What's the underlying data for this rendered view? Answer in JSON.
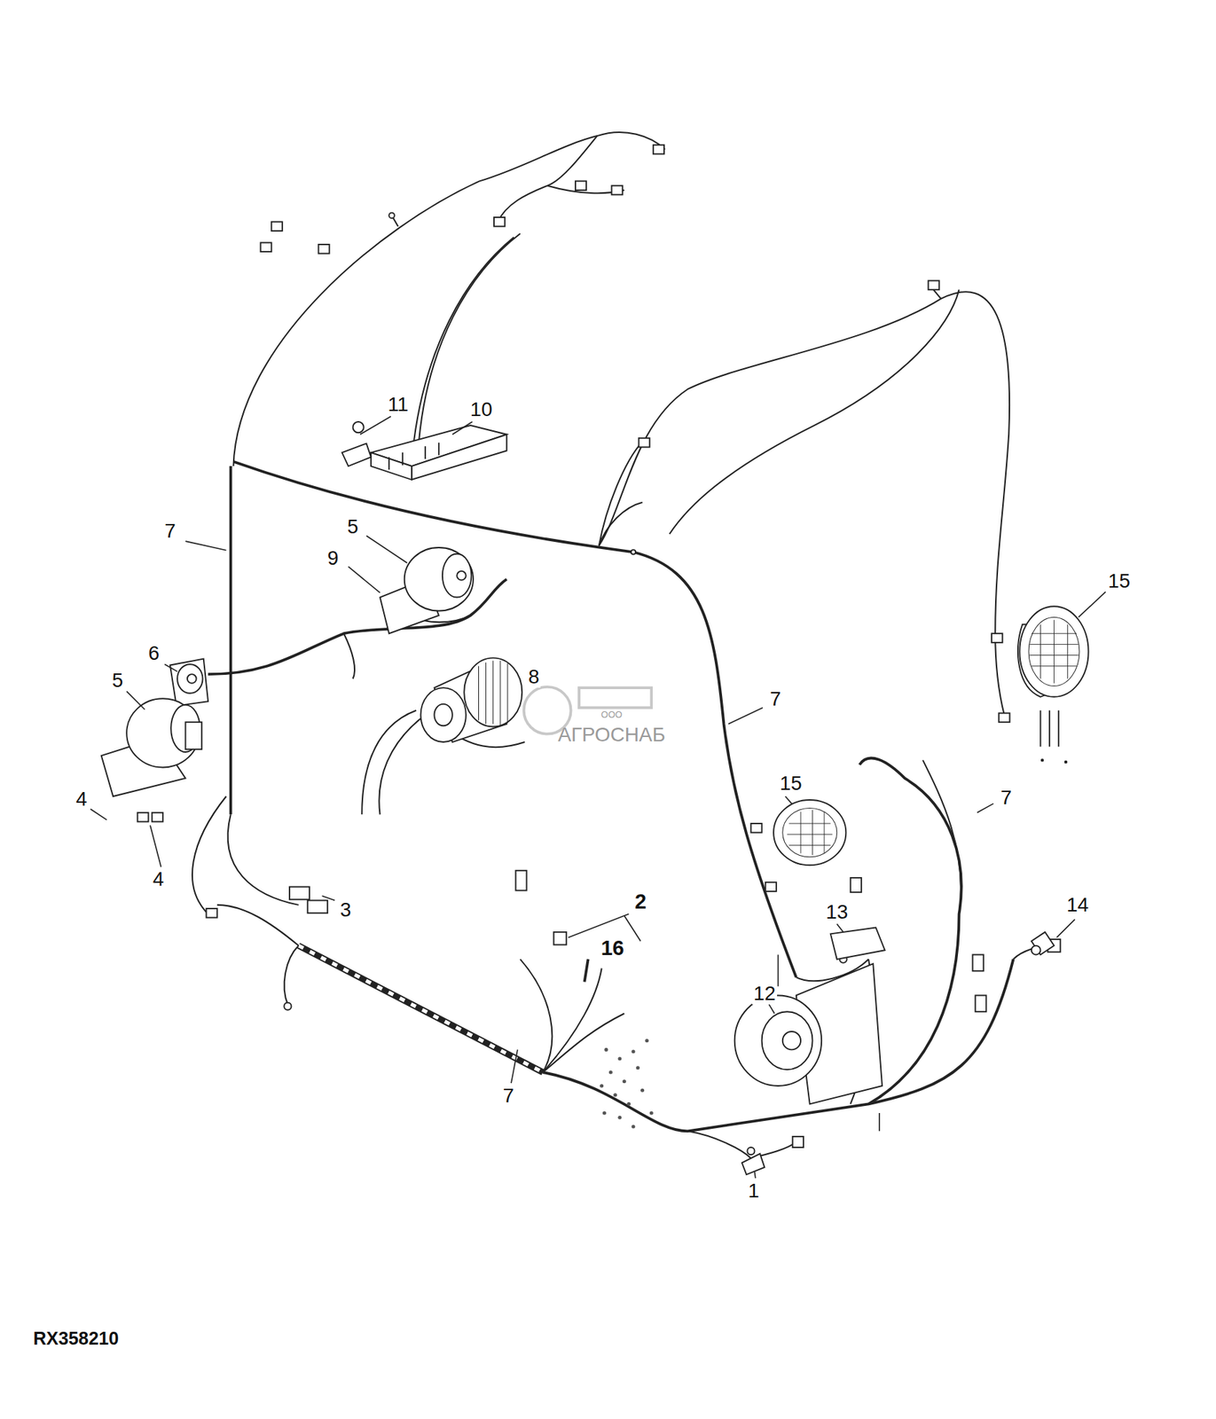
{
  "diagram": {
    "labels": [
      "11",
      "10",
      "7",
      "5",
      "9",
      "6",
      "8",
      "5",
      "15",
      "4",
      "7",
      "4",
      "15",
      "7",
      "3",
      "2",
      "16",
      "13",
      "14",
      "7",
      "12",
      "1",
      "RX358210",
      "ООО",
      "АГРОСНАБ"
    ]
  }
}
